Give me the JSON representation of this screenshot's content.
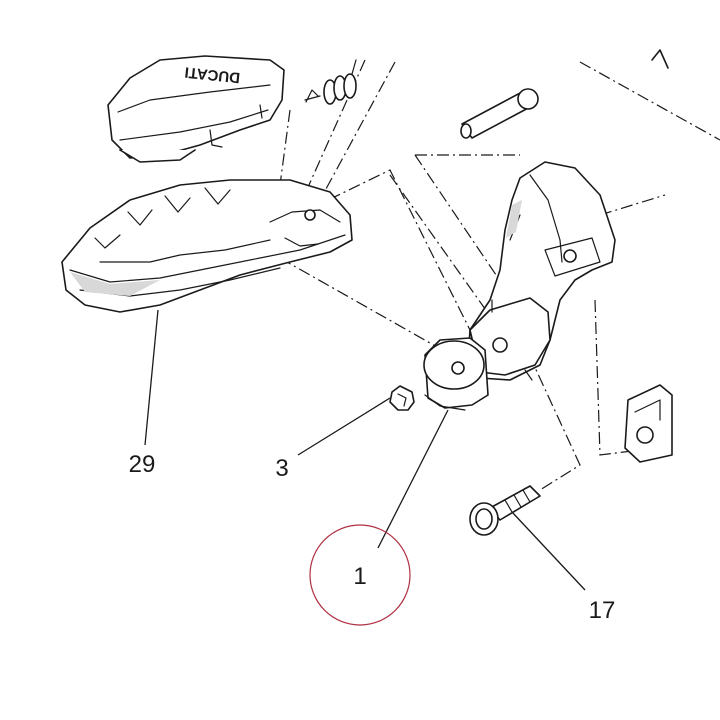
{
  "callouts": [
    {
      "id": "29",
      "label": "29"
    },
    {
      "id": "3",
      "label": "3"
    },
    {
      "id": "1",
      "label": "1"
    },
    {
      "id": "17",
      "label": "17"
    }
  ],
  "highlight": {
    "target": "1",
    "color": "#b03040"
  },
  "logo_text": "DUCATI"
}
